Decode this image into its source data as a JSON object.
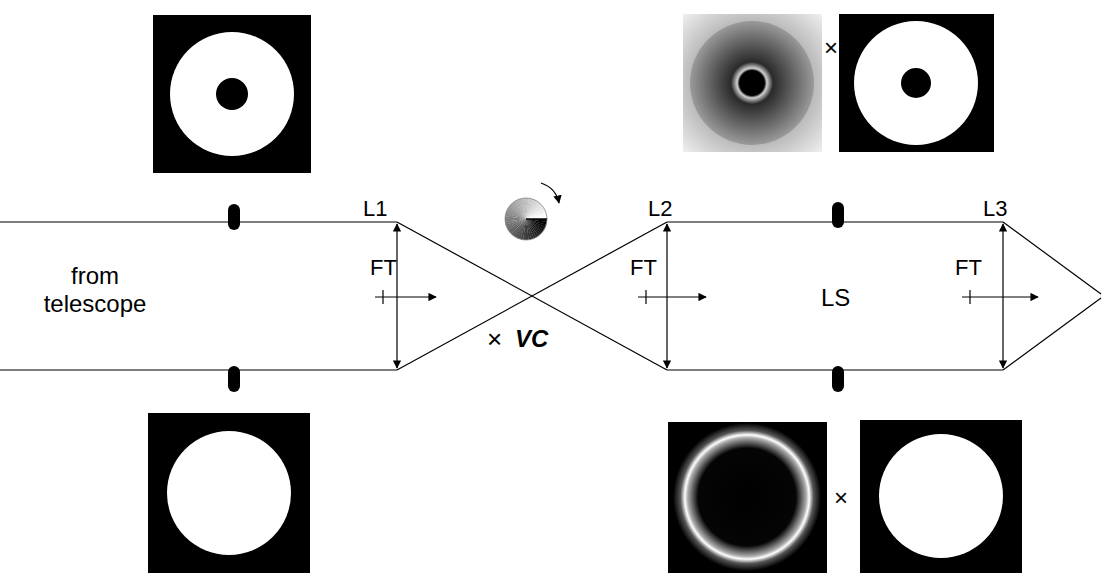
{
  "diagram": {
    "labels": [
      "from telescope",
      "L1",
      "FT",
      "×",
      "VC",
      "L2",
      "FT",
      "×",
      "LS",
      "L3",
      "FT",
      "×"
    ]
  }
}
